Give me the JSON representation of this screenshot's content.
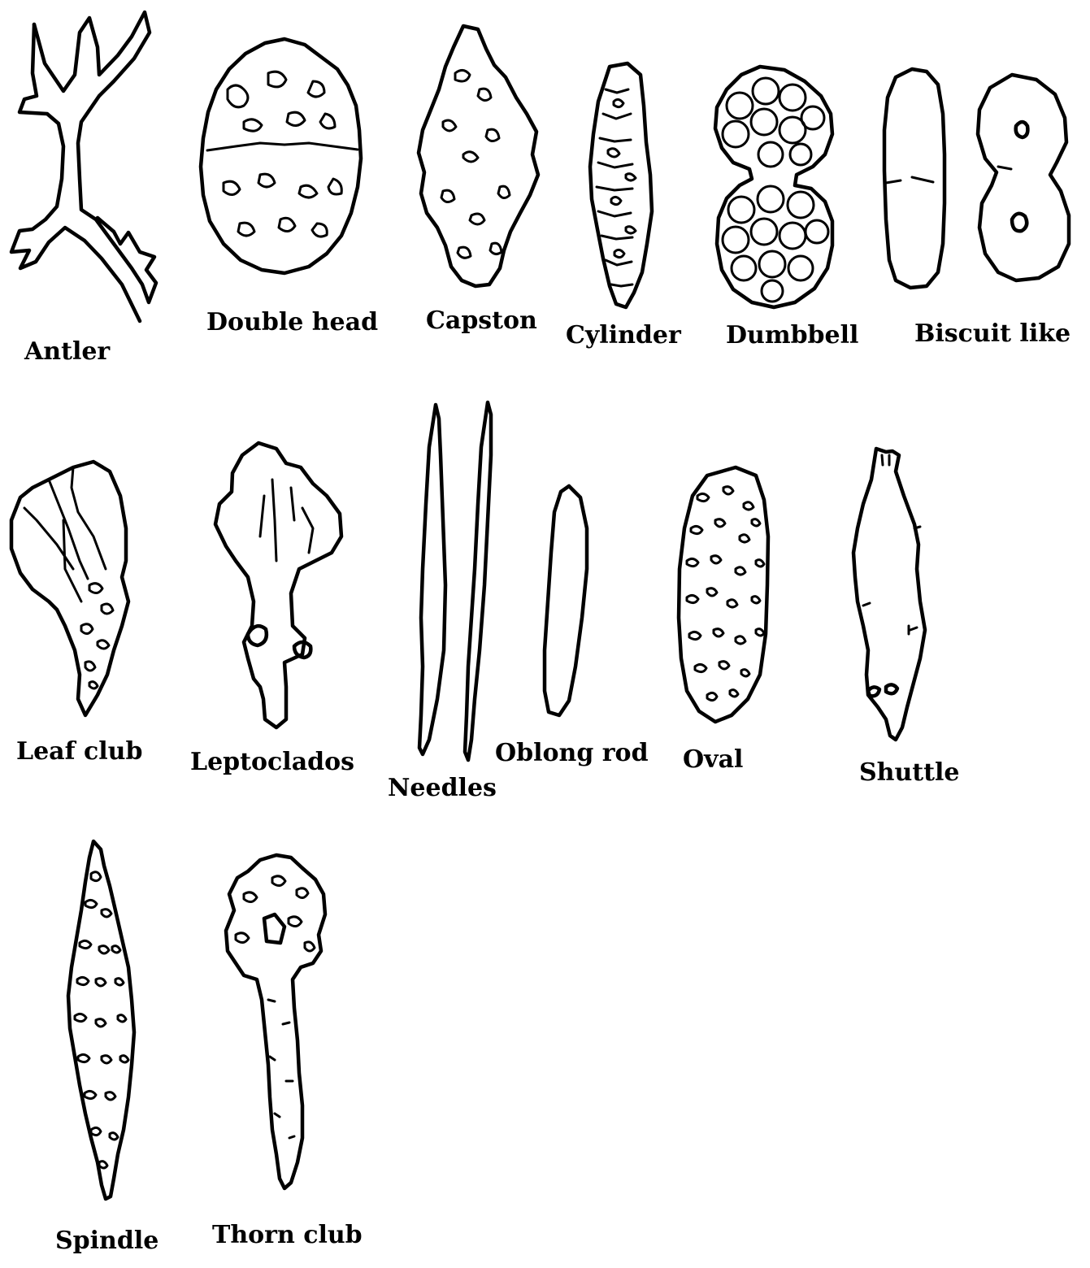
{
  "labels": {
    "antler": "Antler",
    "double_head": "Double head",
    "capston": "Capston",
    "cylinder": "Cylinder",
    "dumbbell": "Dumbbell",
    "biscuit_like": "Biscuit like",
    "leaf_club": "Leaf club",
    "leptoclados": "Leptoclados",
    "needles": "Needles",
    "oblong_rod": "Oblong rod",
    "oval": "Oval",
    "shuttle": "Shuttle",
    "spindle": "Spindle",
    "thorn_club": "Thorn club"
  },
  "colors": {
    "ink": "#000000",
    "background": "#ffffff"
  }
}
